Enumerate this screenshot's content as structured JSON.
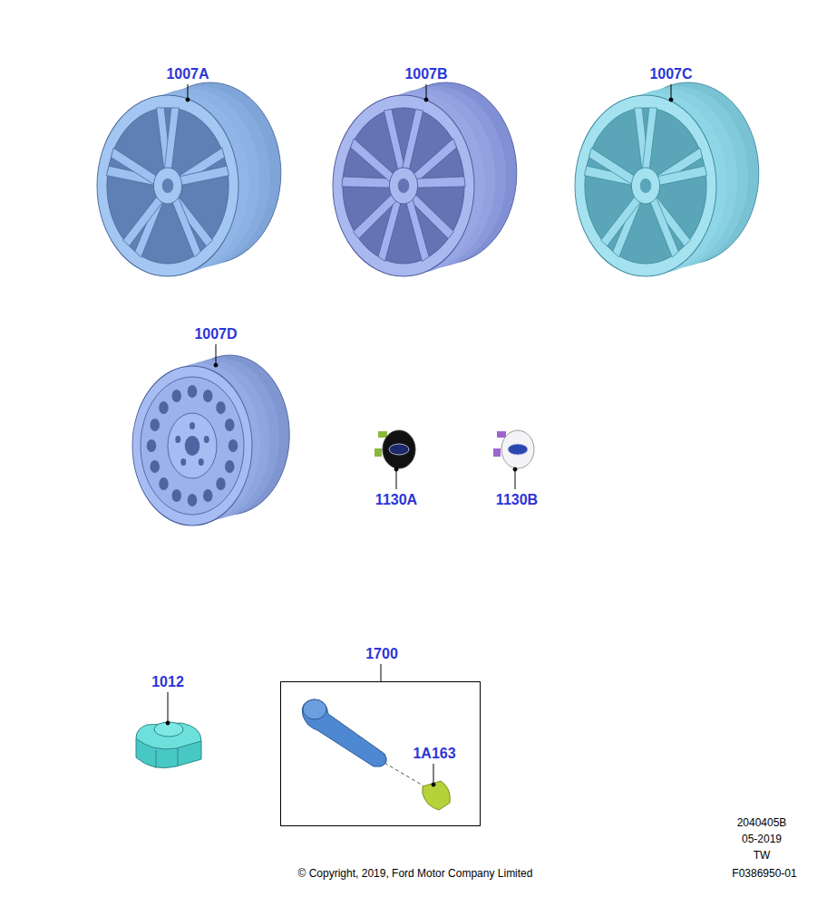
{
  "diagram": {
    "nodes": [
      {
        "text": [
          "1700",
          "1A163"
        ]
      }
    ],
    "labels": [
      "1007A",
      "1007B",
      "1007C",
      "1007D",
      "1130A",
      "1130B",
      "1012",
      "2040405B",
      "05-2019",
      "TW",
      "© Copyright, 2019, Ford Motor Company Limited",
      "F0386950-01"
    ]
  }
}
